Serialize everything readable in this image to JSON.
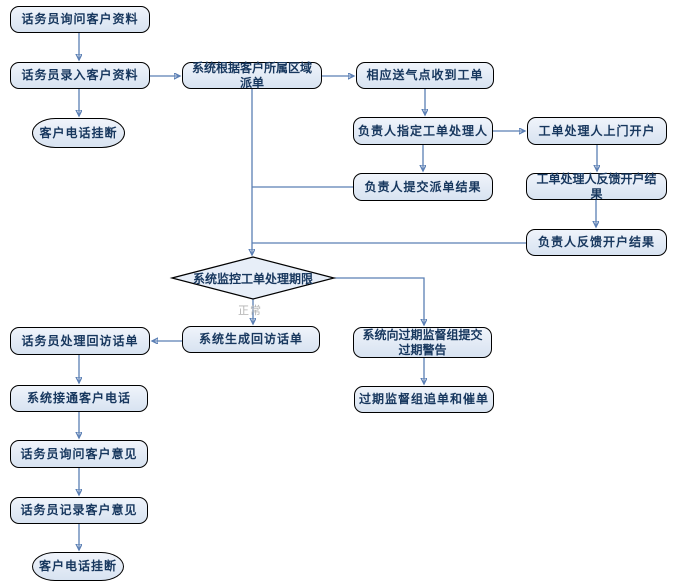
{
  "palette": {
    "background": "#ffffff",
    "node_fill": "#e3ebf6",
    "node_border": "#000000",
    "node_text": "#17375e",
    "arrow": "#5b7fb4",
    "branch_label": "#b3b3b3"
  },
  "nodes": {
    "ask_customer_info": {
      "label": "话务员询问客户资料"
    },
    "enter_customer_info": {
      "label": "话务员录入客户资料"
    },
    "hangup_top": {
      "label": "客户电话挂断"
    },
    "dispatch_by_region": {
      "label": "系统根据客户所属区域派单"
    },
    "gas_point_receive": {
      "label": "相应送气点收到工单"
    },
    "assign_handler": {
      "label": "负责人指定工单处理人"
    },
    "handler_visit_open": {
      "label": "工单处理人上门开户"
    },
    "submit_dispatch_result": {
      "label": "负责人提交派单结果"
    },
    "handler_feedback_open": {
      "label": "工单处理人反馈开户结果"
    },
    "leader_feedback_open": {
      "label": "负责人反馈开户结果"
    },
    "monitor_deadline": {
      "label": "系统监控工单处理期限"
    },
    "handle_callback_sheet": {
      "label": "话务员处理回访话单"
    },
    "generate_callback_sheet": {
      "label": "系统生成回访话单"
    },
    "overdue_warning": {
      "label": "系统向过期监督组提交过期警告"
    },
    "overdue_followup": {
      "label": "过期监督组追单和催单"
    },
    "connect_customer_call": {
      "label": "系统接通客户电话"
    },
    "ask_customer_opinion": {
      "label": "话务员询问客户意见"
    },
    "record_customer_opinion": {
      "label": "话务员记录客户意见"
    },
    "hangup_bottom": {
      "label": "客户电话挂断"
    }
  },
  "edge_labels": {
    "normal": "正常"
  }
}
